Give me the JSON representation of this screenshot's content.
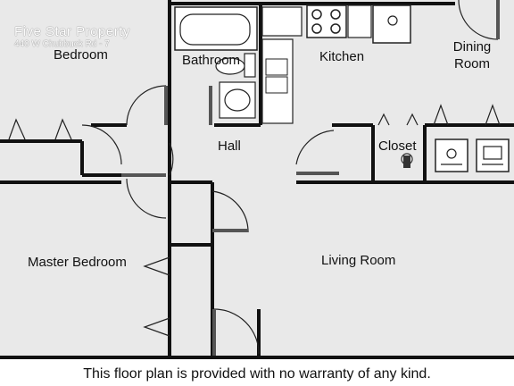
{
  "watermark": {
    "brand": "Five Star Property",
    "address": "440 W Chubbuck Rd - 7"
  },
  "rooms": {
    "bedroom": "Bedroom",
    "bathroom": "Bathroom",
    "kitchen": "Kitchen",
    "dining": "Dining Room",
    "hall": "Hall",
    "closet": "Closet",
    "master_bedroom": "Master Bedroom",
    "living_room": "Living Room"
  },
  "caption": "This floor plan is provided with no warranty of any kind.",
  "colors": {
    "floor": "#e9e9e9",
    "wall": "#111111",
    "door": "#555555"
  }
}
